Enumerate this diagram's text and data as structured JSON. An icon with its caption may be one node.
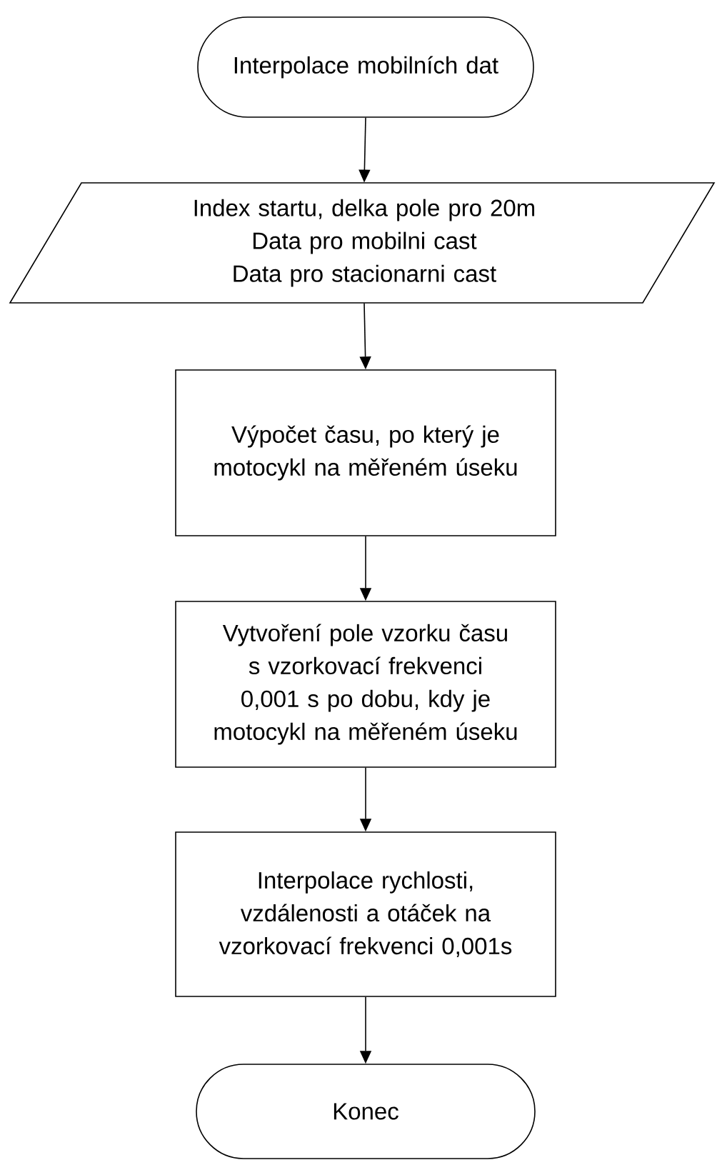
{
  "diagram": {
    "nodes": [
      {
        "text": [
          "Interpolace mobilních dat"
        ]
      },
      {
        "text": [
          "Index startu, delka pole pro 20m",
          "Data pro mobilni cast",
          "Data pro stacionarni cast"
        ]
      },
      {
        "text": [
          "Výpočet času, po který je motocykl na měřeném úseku"
        ]
      },
      {
        "text": [
          "Vytvoření pole vzorku času s vzorkovací frekvenci 0,001 s po dobu, kdy je motocykl na měřeném úseku"
        ]
      },
      {
        "text": [
          "Interpolace rychlosti, vzdálenosti a otáček na vzorkovací frekvenci 0,001s"
        ]
      },
      {
        "text": [
          "Konec"
        ]
      }
    ],
    "edges": [
      {
        "from": 0,
        "to": 1,
        "arrow": "to"
      },
      {
        "from": 1,
        "to": 2,
        "arrow": "to"
      },
      {
        "from": 2,
        "to": 3,
        "arrow": "to"
      },
      {
        "from": 3,
        "to": 4,
        "arrow": "to"
      },
      {
        "from": 4,
        "to": 5,
        "arrow": "to"
      }
    ]
  }
}
